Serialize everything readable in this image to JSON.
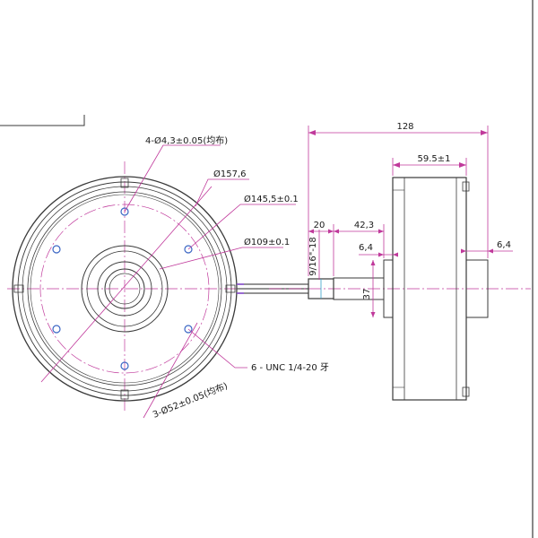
{
  "colors": {
    "outline": "#3a3a3a",
    "dimension": "#c0399b",
    "hole": "#3a66c4",
    "fitting": "#33a0c8",
    "background": "#ffffff"
  },
  "front_view": {
    "label_holes": "4-Ø4,3±0.05(均布)",
    "label_outer_dia": "Ø157,6",
    "label_bolt_circle": "Ø145,5±0.1",
    "label_inner_dia": "Ø109±0.1",
    "label_tapped": "6 - UNC 1/4-20 牙",
    "label_pitch": "3-Ø52±0.05(均布)"
  },
  "side_view": {
    "label_total_width": "128",
    "label_body_width": "59.5±1",
    "label_shaft_20": "20",
    "label_shaft_42": "42,3",
    "label_thread": "9/16\"-18",
    "label_step_left": "6,4",
    "label_step_right": "6,4",
    "label_hub_dia": "37"
  }
}
